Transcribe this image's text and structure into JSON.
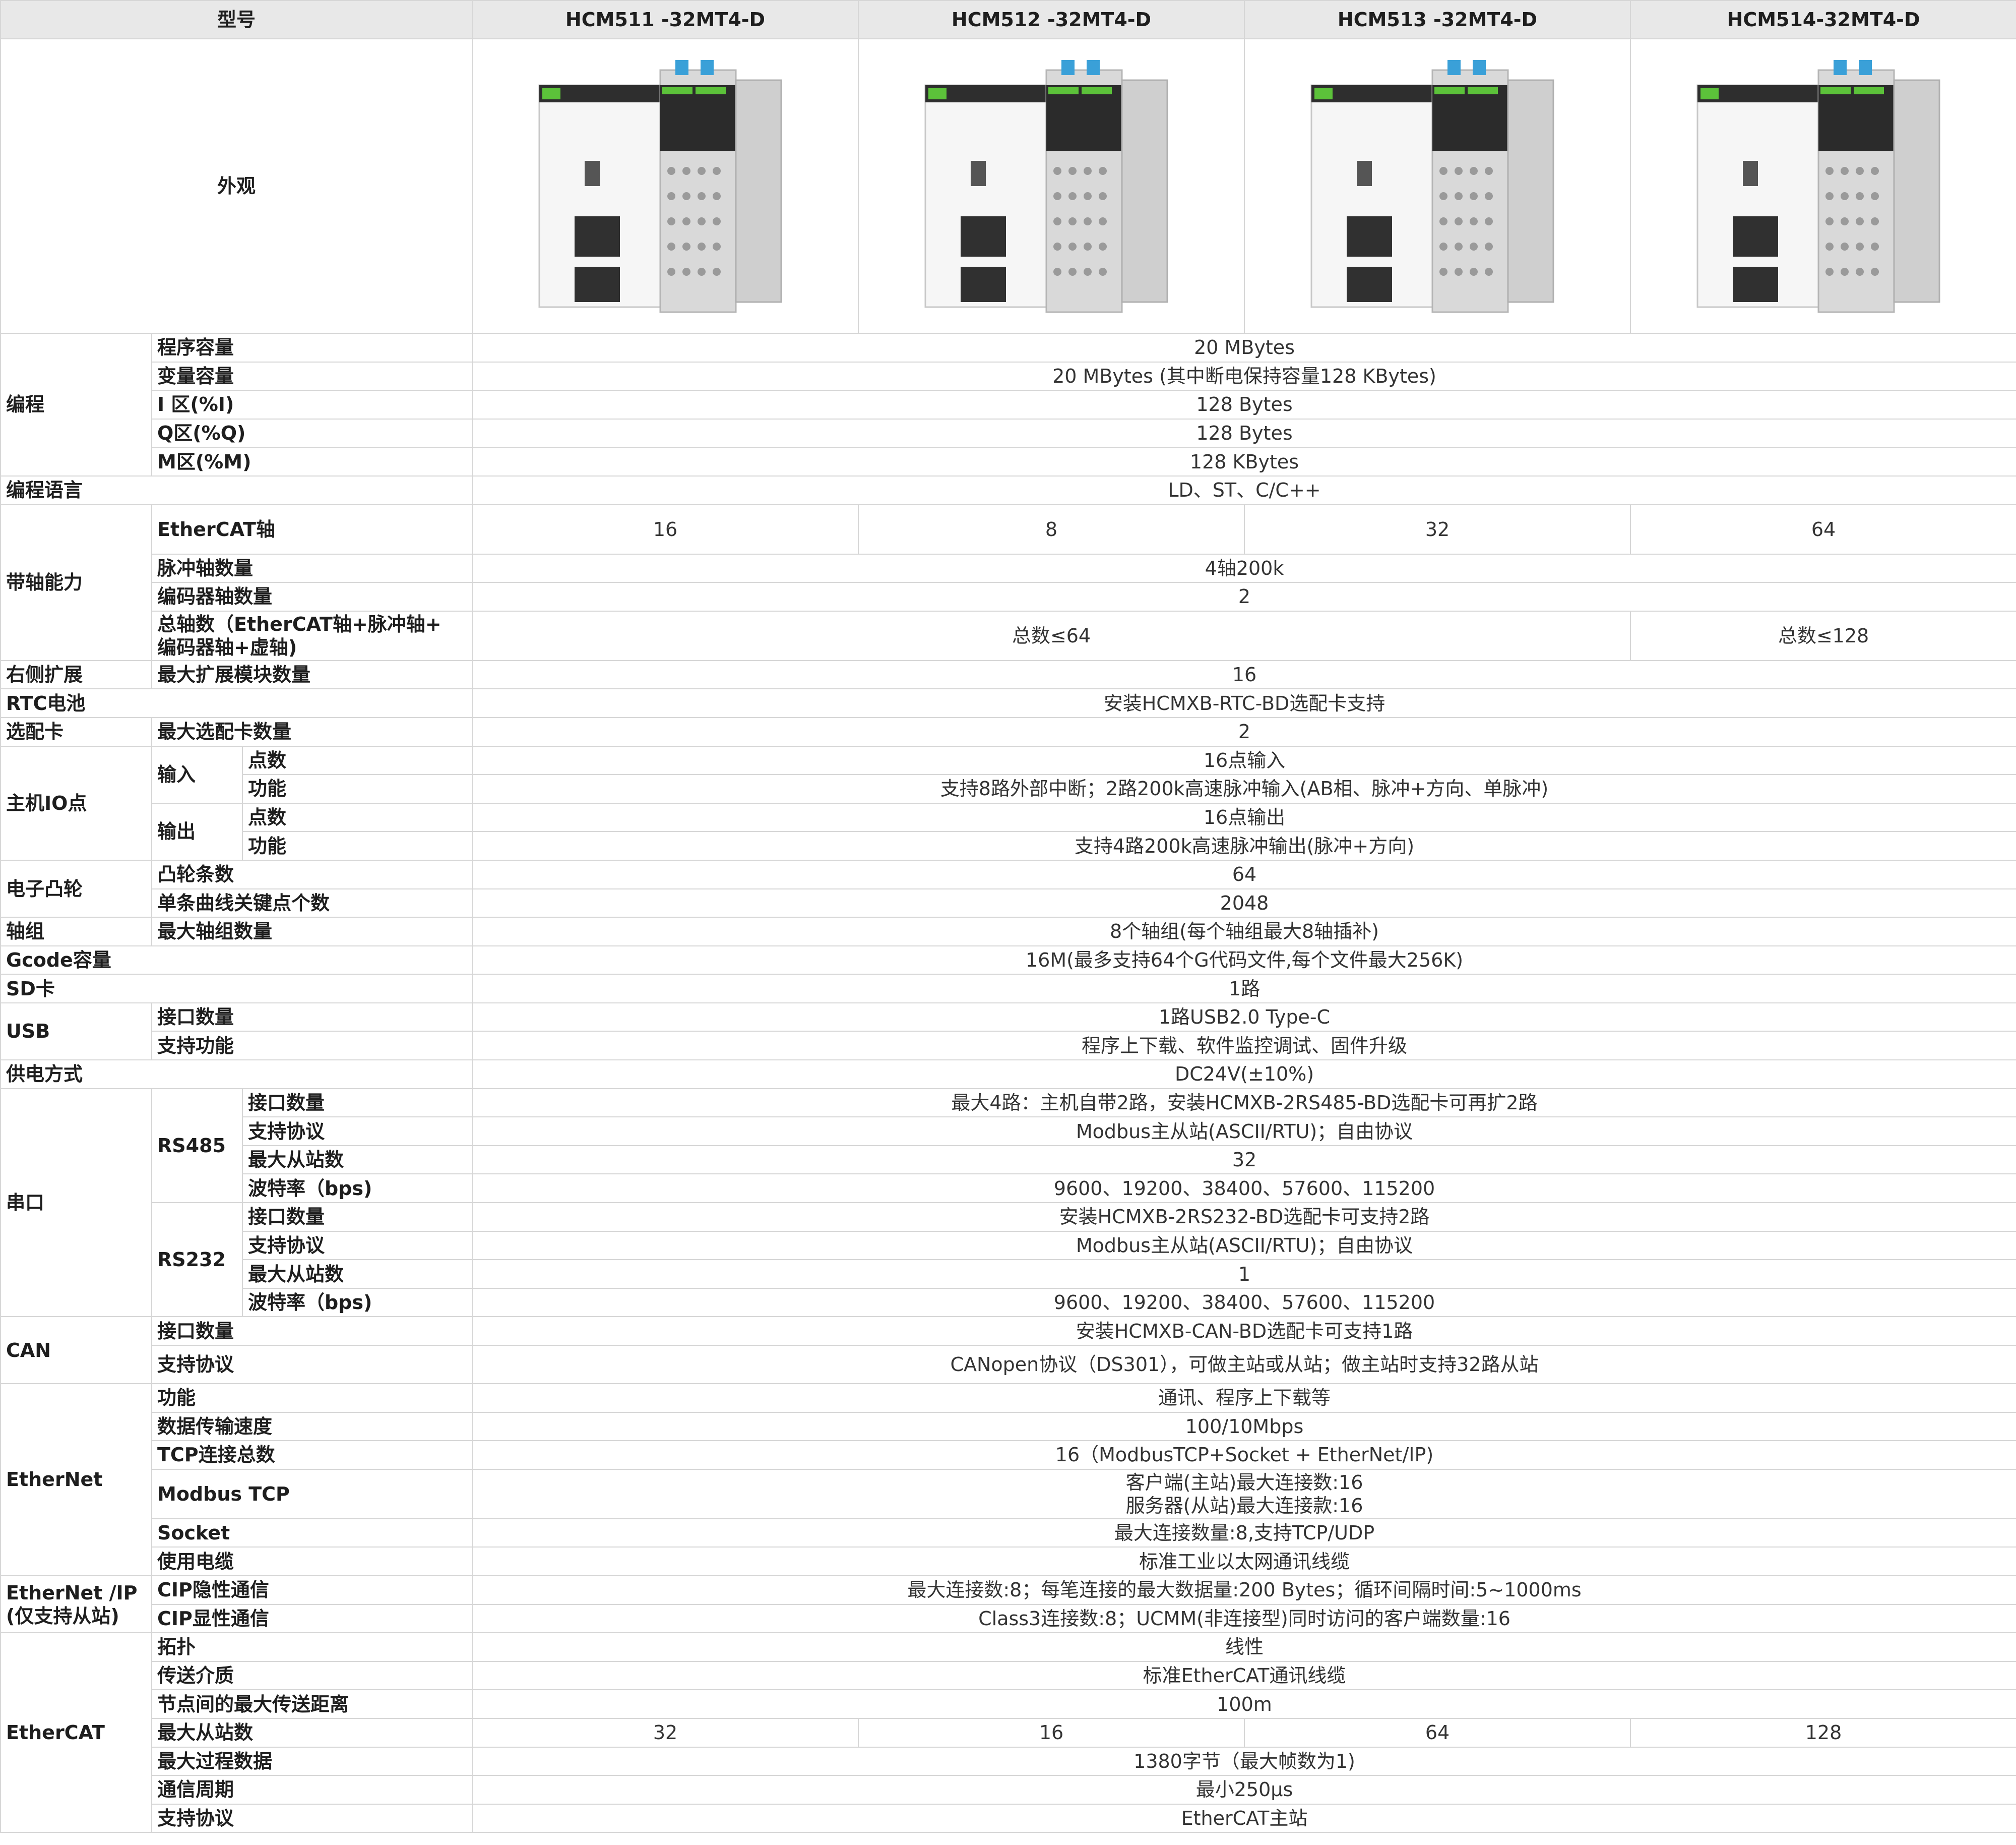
{
  "header": {
    "model_label": "型号",
    "models": [
      "HCM511 -32MT4-D",
      "HCM512 -32MT4-D",
      "HCM513 -32MT4-D",
      "HCM514-32MT4-D"
    ]
  },
  "appearance_label": "外观",
  "product_image_name": "plc-module-icon",
  "rows": {
    "bc": "编程",
    "bc1": "程序容量",
    "bc1v": "20 MBytes",
    "bc2": "变量容量",
    "bc2v": "20 MBytes (其中断电保持容量128 KBytes)",
    "bc3": "I 区(%I)",
    "bc3v": "128 Bytes",
    "bc4": "Q区(%Q)",
    "bc4v": "128 Bytes",
    "bc5": "M区(%M)",
    "bc5v": "128 KBytes",
    "lang": "编程语言",
    "langv": "LD、ST、C/C++",
    "axis": "带轴能力",
    "ax1": "EtherCAT轴",
    "ax1v": [
      "16",
      "8",
      "32",
      "64"
    ],
    "ax2": "脉冲轴数量",
    "ax2v": "4轴200k",
    "ax3": "编码器轴数量",
    "ax3v": "2",
    "ax4": "总轴数（EtherCAT轴+脉冲轴+\n编码器轴+虚轴)",
    "ax4v1": "总数≤64",
    "ax4v2": "总数≤128",
    "ext": "右侧扩展",
    "ext1": "最大扩展模块数量",
    "ext1v": "16",
    "rtc": "RTC电池",
    "rtcv": "安装HCMXB-RTC-BD选配卡支持",
    "card": "选配卡",
    "card1": "最大选配卡数量",
    "card1v": "2",
    "io": "主机IO点",
    "in": "输入",
    "out": "输出",
    "pts": "点数",
    "func": "功能",
    "in1v": "16点输入",
    "in2v": "支持8路外部中断；2路200k高速脉冲输入(AB相、脉冲+方向、单脉冲)",
    "out1v": "16点输出",
    "out2v": "支持4路200k高速脉冲输出(脉冲+方向)",
    "cam": "电子凸轮",
    "cam1": "凸轮条数",
    "cam1v": "64",
    "cam2": "单条曲线关键点个数",
    "cam2v": "2048",
    "grp": "轴组",
    "grp1": "最大轴组数量",
    "grp1v": "8个轴组(每个轴组最大8轴插补)",
    "gcode": "Gcode容量",
    "gcodev": "16M(最多支持64个G代码文件,每个文件最大256K)",
    "sd": "SD卡",
    "sdv": "1路",
    "usb": "USB",
    "usb1": "接口数量",
    "usb1v": "1路USB2.0 Type-C",
    "usb2": "支持功能",
    "usb2v": "程序上下载、软件监控调试、固件升级",
    "pwr": "供电方式",
    "pwrv": "DC24V(±10%)",
    "ser": "串口",
    "rs485": "RS485",
    "rs232": "RS232",
    "s_ports": "接口数量",
    "s_proto": "支持协议",
    "s_slaves": "最大从站数",
    "s_baud": "波特率（bps)",
    "r485_1v": "最大4路：主机自带2路，安装HCMXB-2RS485-BD选配卡可再扩2路",
    "r485_2v": "Modbus主从站(ASCII/RTU)；自由协议",
    "r485_3v": "32",
    "r485_4v": "9600、19200、38400、57600、115200",
    "r232_1v": "安装HCMXB-2RS232-BD选配卡可支持2路",
    "r232_2v": "Modbus主从站(ASCII/RTU)；自由协议",
    "r232_3v": "1",
    "r232_4v": "9600、19200、38400、57600、115200",
    "can": "CAN",
    "can1": "接口数量",
    "can1v": "安装HCMXB-CAN-BD选配卡可支持1路",
    "can2": "支持协议",
    "can2v": "CANopen协议（DS301），可做主站或从站；做主站时支持32路从站",
    "eth": "EtherNet",
    "e1": "功能",
    "e1v": "通讯、程序上下载等",
    "e2": "数据传输速度",
    "e2v": "100/10Mbps",
    "e3": "TCP连接总数",
    "e3v": "16（ModbusTCP+Socket + EtherNet/IP)",
    "e4": "Modbus TCP",
    "e4v": "客户端(主站)最大连接数:16\n服务器(从站)最大连接款:16",
    "e5": "Socket",
    "e5v": "最大连接数量:8,支持TCP/UDP",
    "e6": "使用电缆",
    "e6v": "标准工业以太网通讯线缆",
    "eip": "EtherNet /IP\n(仅支持从站)",
    "eip1": "CIP隐性通信",
    "eip1v": "最大连接数:8；每笔连接的最大数据量:200 Bytes；循环间隔时间:5~1000ms",
    "eip2": "CIP显性通信",
    "eip2v": "Class3连接数:8；UCMM(非连接型)同时访问的客户端数量:16",
    "ecat": "EtherCAT",
    "ec1": "拓扑",
    "ec1v": "线性",
    "ec2": "传送介质",
    "ec2v": "标准EtherCAT通讯线缆",
    "ec3": "节点间的最大传送距离",
    "ec3v": "100m",
    "ec4": "最大从站数",
    "ec4v": [
      "32",
      "16",
      "64",
      "128"
    ],
    "ec5": "最大过程数据",
    "ec5v": "1380字节（最大帧数为1)",
    "ec6": "通信周期",
    "ec6v": "最小250μs",
    "ec7": "支持协议",
    "ec7v": "EtherCAT主站"
  }
}
